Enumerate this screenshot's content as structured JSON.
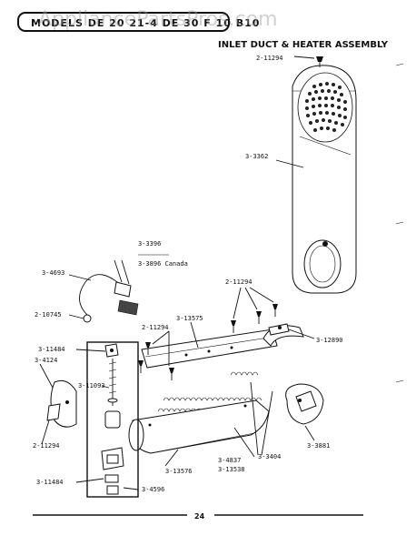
{
  "header": {
    "banner": "MODELS DE 20 21-4  DE 30 F 10 B10",
    "watermark": "AppliancePartsPros.com",
    "title": "INLET DUCT & HEATER ASSEMBLY",
    "page_number": "24"
  },
  "parts": {
    "p1": "2-11294",
    "p2": "3-3362",
    "p3": "3-3396",
    "p4": "3-3896 Canada",
    "p5": "3-4693",
    "p6": "2-11294",
    "p7": "2-10745",
    "p8": "3-13575",
    "p9": "2-11294",
    "p10": "3-12890",
    "p11": "3-11484",
    "p12": "3-4124",
    "p13": "3-11093",
    "p14": "2-11294",
    "p15": "3-3881",
    "p16": "3-4837",
    "p17": "3-13538",
    "p18": "3-3404",
    "p19": "3-13576",
    "p20": "3-11484",
    "p21": "3-4596"
  }
}
